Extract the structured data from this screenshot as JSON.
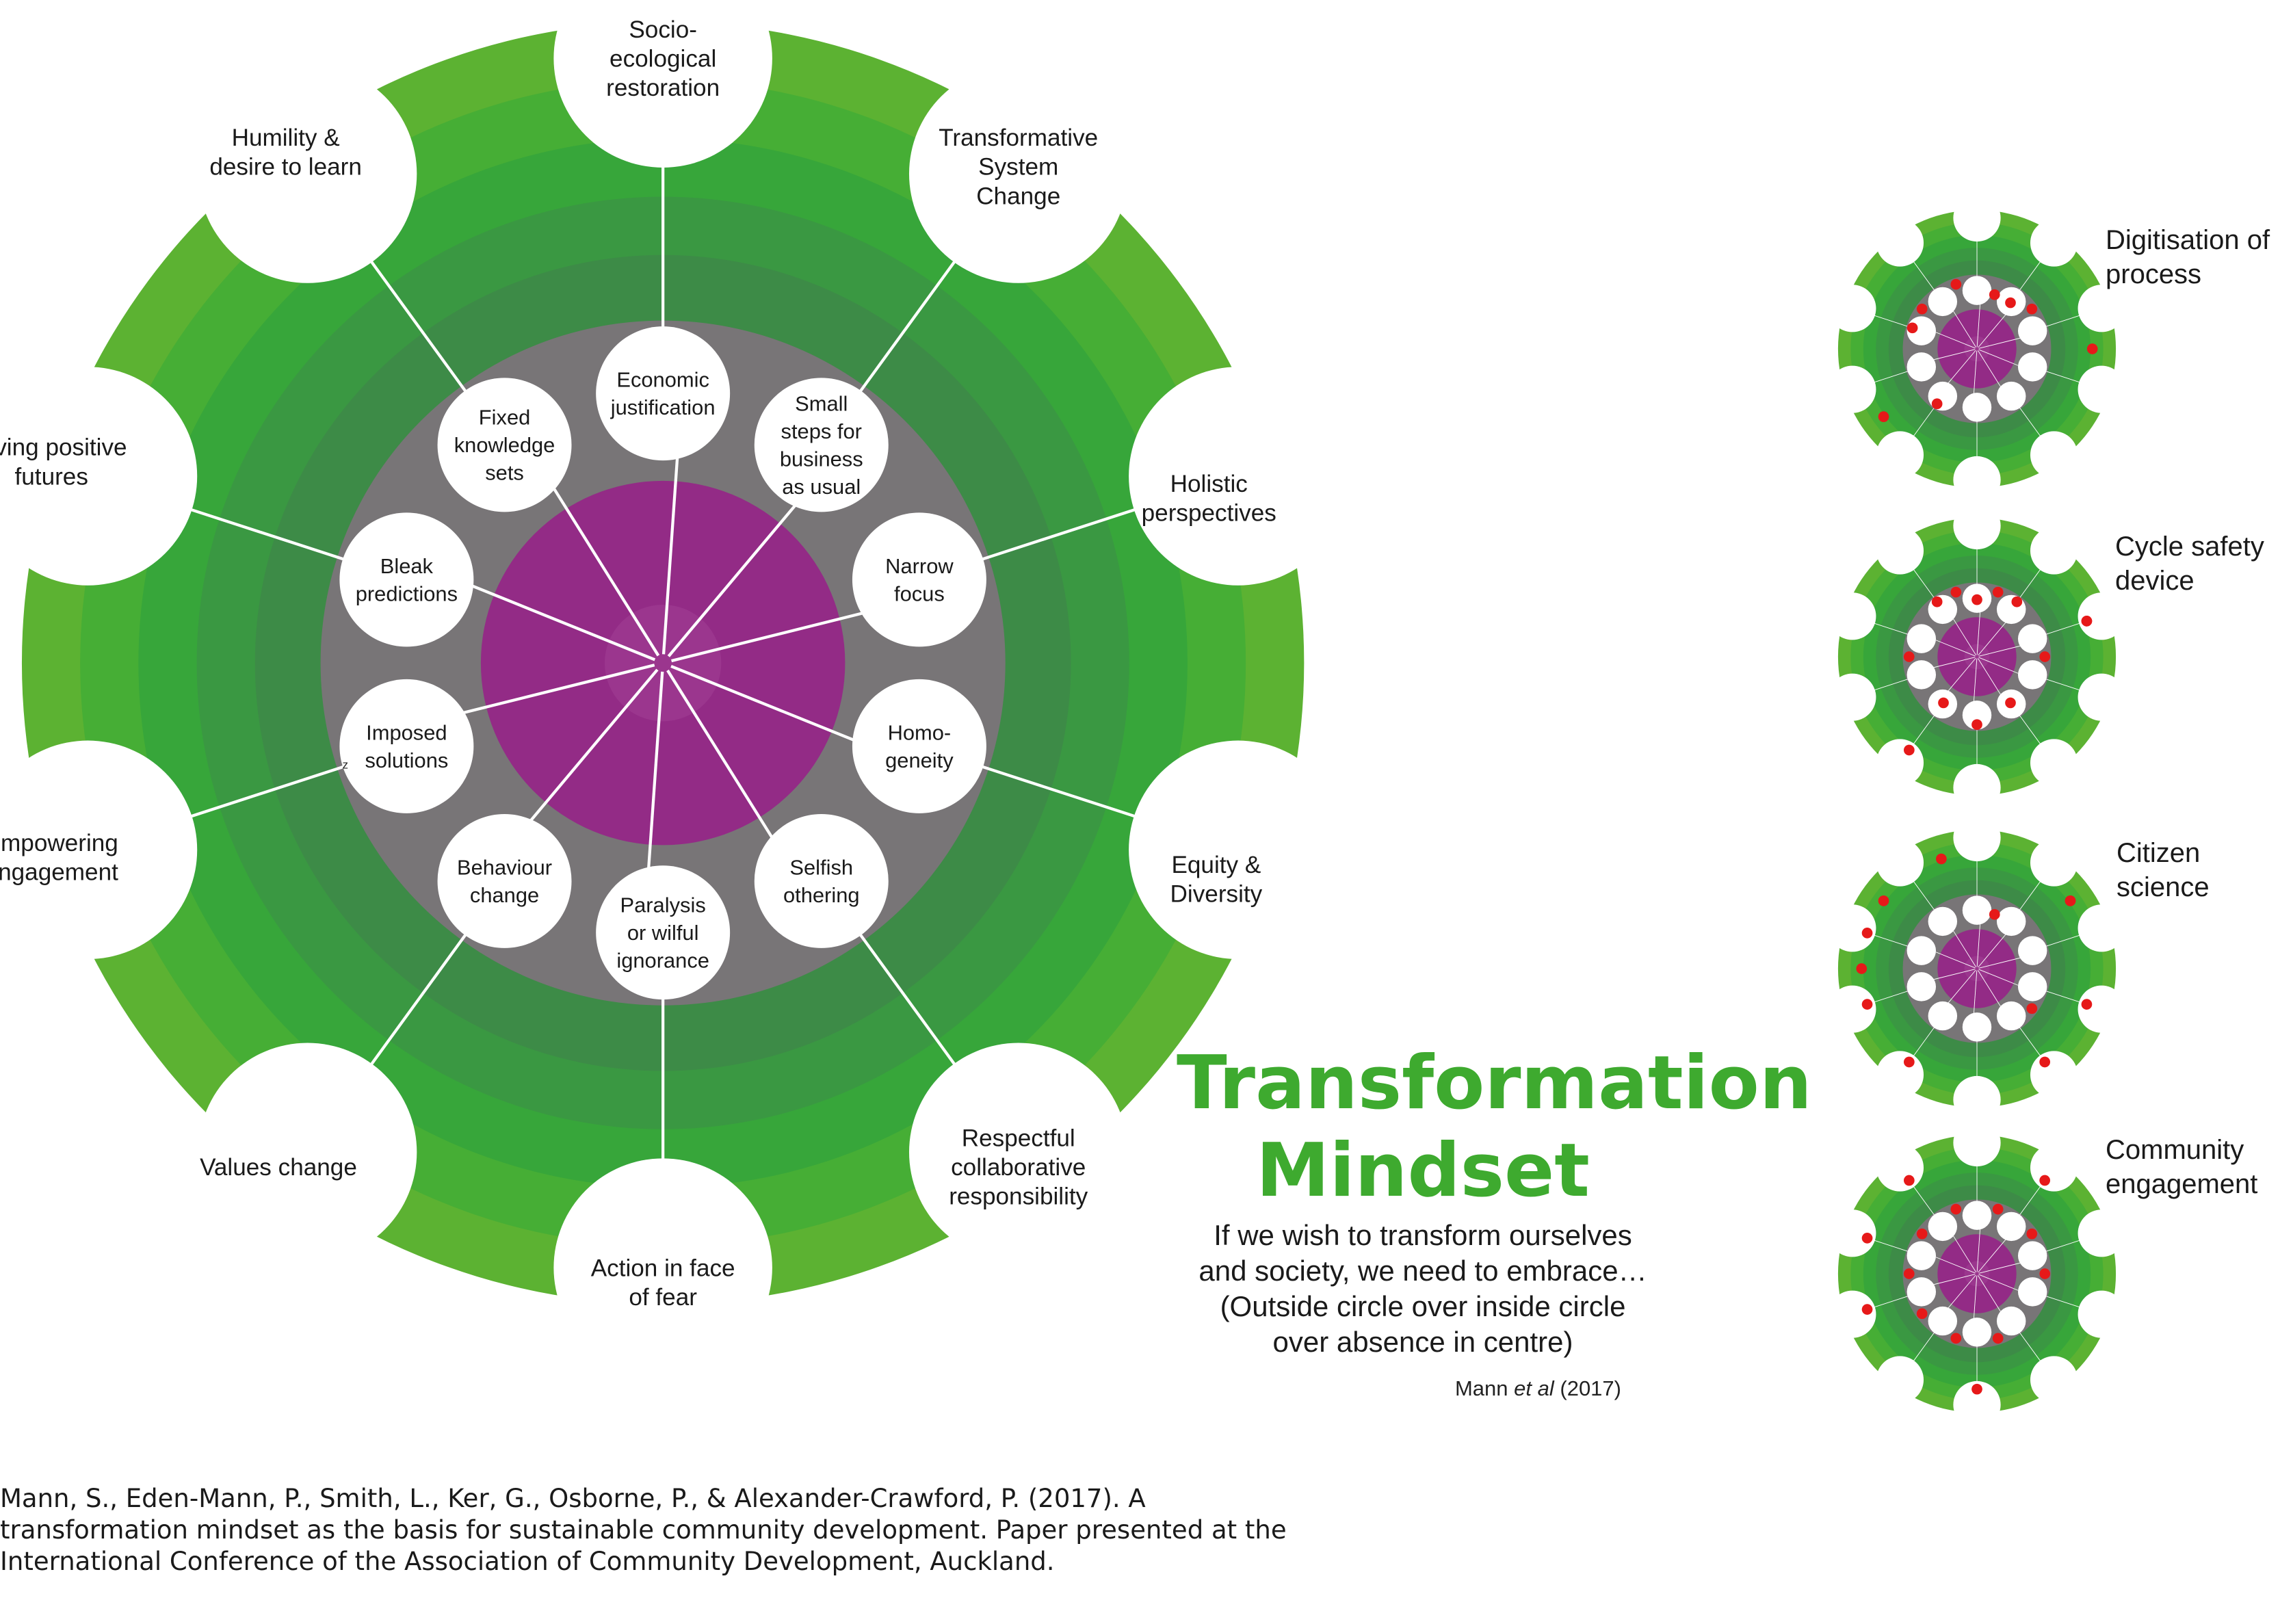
{
  "outer_labels": [
    "Socio-\necological\nrestoration",
    "Transformative\nSystem\nChange",
    "Holistic\nperspectives",
    "Equity &\nDiversity",
    "Respectful\ncollaborative\nresponsibility",
    "Action in face\nof fear",
    "Values change",
    "Empowering\nengagement",
    "Living positive\nfutures",
    "Humility &\ndesire to learn"
  ],
  "inner_labels": [
    "Economic\njustification",
    "Small\nsteps for\nbusiness\nas usual",
    "Narrow\nfocus",
    "Homo-\ngeneity",
    "Selfish\nothering",
    "Paralysis\nor wilful\nignorance",
    "Behaviour\nchange",
    "Imposed\nsolutions",
    "Bleak\npredictions",
    "Fixed\nknowledge\nsets"
  ],
  "stray_mark": "z",
  "title": [
    "Transformation",
    "Mindset"
  ],
  "tagline": [
    "If we wish to transform ourselves",
    "and society, we need to embrace…",
    "(Outside circle over inside circle",
    "over absence in centre)"
  ],
  "credit": {
    "author": "Mann ",
    "etal": "et al",
    "year": " (2017)"
  },
  "citation": [
    "Mann, S., Eden-Mann, P., Smith, L., Ker, G., Osborne, P., & Alexander-Crawford, P. (2017). A",
    "transformation mindset as the basis for sustainable community development. Paper presented at the",
    "International Conference of the Association of Community Development, Auckland."
  ],
  "case_studies": [
    {
      "label": [
        "Digitisation of",
        "process"
      ],
      "dots": [
        [
          1,
          0.42
        ],
        [
          2,
          0.42
        ],
        [
          3,
          0.5
        ],
        [
          12,
          0.5
        ],
        [
          16,
          0.5
        ],
        [
          17,
          0.5
        ],
        [
          19,
          0.5
        ],
        [
          13,
          0.85
        ],
        [
          25,
          0.85
        ]
      ]
    },
    {
      "label": [
        "Cycle safety",
        "device"
      ],
      "dots": [
        [
          0,
          0.42
        ],
        [
          1,
          0.5
        ],
        [
          2,
          0.5
        ],
        [
          5,
          0.5
        ],
        [
          8,
          0.42
        ],
        [
          10,
          0.5
        ],
        [
          12,
          0.42
        ],
        [
          15,
          0.5
        ],
        [
          18,
          0.5
        ],
        [
          19,
          0.5
        ],
        [
          4,
          0.85
        ],
        [
          12,
          0.85
        ],
        [
          24,
          0.85
        ]
      ]
    },
    {
      "label": [
        "Citizen science"
      ],
      "dots": [
        [
          1,
          0.42
        ],
        [
          7,
          0.5
        ],
        [
          3,
          0.85
        ],
        [
          6,
          0.85
        ],
        [
          8,
          0.85
        ],
        [
          12,
          0.85
        ],
        [
          14,
          0.85
        ],
        [
          15,
          0.85
        ],
        [
          16,
          0.85
        ],
        [
          17,
          0.85
        ],
        [
          19,
          0.85
        ],
        [
          23,
          0.85
        ]
      ]
    },
    {
      "label": [
        "Community",
        "engagement"
      ],
      "dots": [
        [
          1,
          0.5
        ],
        [
          3,
          0.5
        ],
        [
          5,
          0.5
        ],
        [
          9,
          0.5
        ],
        [
          11,
          0.5
        ],
        [
          13,
          0.5
        ],
        [
          15,
          0.5
        ],
        [
          17,
          0.5
        ],
        [
          19,
          0.5
        ],
        [
          2,
          0.85
        ],
        [
          10,
          0.85
        ],
        [
          14,
          0.85
        ],
        [
          16,
          0.85
        ],
        [
          18,
          0.85
        ]
      ]
    }
  ],
  "colors": {
    "rings": [
      "#5cb232",
      "#46ae35",
      "#37a63a",
      "#3a9842",
      "#3d8b47"
    ],
    "grey": "#787577",
    "purple": "#932b86",
    "dot": "#e61919"
  }
}
